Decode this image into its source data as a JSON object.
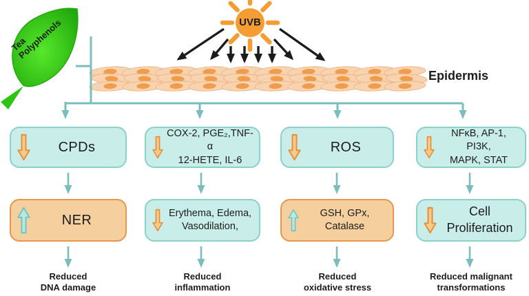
{
  "colors": {
    "cyan_box_fill": "#c9eee9",
    "cyan_box_border": "#8ad1c9",
    "orange_box_fill": "#f6cf9f",
    "orange_box_border": "#e8964a",
    "teal": "#79bdbd",
    "arrow_down_fill": "#f9c98e",
    "arrow_down_border": "#e78d2f",
    "arrow_up_fill": "#b7e8e3",
    "arrow_up_border": "#70c4bf",
    "sun": "#f59d33",
    "ink": "#1c1c1c",
    "cell_fill": "#f8d3b0",
    "cell_stroke": "#edb083",
    "nucleus": "#f09c4b",
    "leaf_light": "#57e92b",
    "leaf_dark": "#21a80c",
    "leaf_stem": "#2dc414"
  },
  "top": {
    "uvb_label": "UVB",
    "epidermis_label": "Epidermis",
    "leaf_line1": "Tea",
    "leaf_line2": "Polyphenols"
  },
  "columns": [
    {
      "box1": {
        "style": "cyan",
        "arrow": "down",
        "lines": [
          "CPDs"
        ]
      },
      "box2": {
        "style": "orange",
        "arrow": "up",
        "lines": [
          "NER"
        ]
      },
      "outcome": [
        "Reduced",
        "DNA damage"
      ]
    },
    {
      "box1": {
        "style": "cyan",
        "arrow": "down",
        "lines": [
          "COX-2, PGE₂,TNF-α",
          "12-HETE, IL-6"
        ]
      },
      "box2": {
        "style": "cyan",
        "arrow": "down",
        "lines": [
          "Erythema, Edema,",
          "Vasodilation,"
        ]
      },
      "outcome": [
        "Reduced",
        "inflammation"
      ]
    },
    {
      "box1": {
        "style": "cyan",
        "arrow": "down",
        "lines": [
          "ROS"
        ]
      },
      "box2": {
        "style": "orange",
        "arrow": "up",
        "lines": [
          "GSH, GPx,",
          "Catalase"
        ]
      },
      "outcome": [
        "Reduced",
        "oxidative stress"
      ]
    },
    {
      "box1": {
        "style": "cyan",
        "arrow": "down",
        "lines": [
          "NFκB, AP-1, PI3K,",
          "MAPK, STAT"
        ]
      },
      "box2": {
        "style": "cyan",
        "arrow": "down",
        "lines": [
          "Cell Proliferation"
        ]
      },
      "outcome": [
        "Reduced malignant",
        "transformations"
      ]
    }
  ]
}
